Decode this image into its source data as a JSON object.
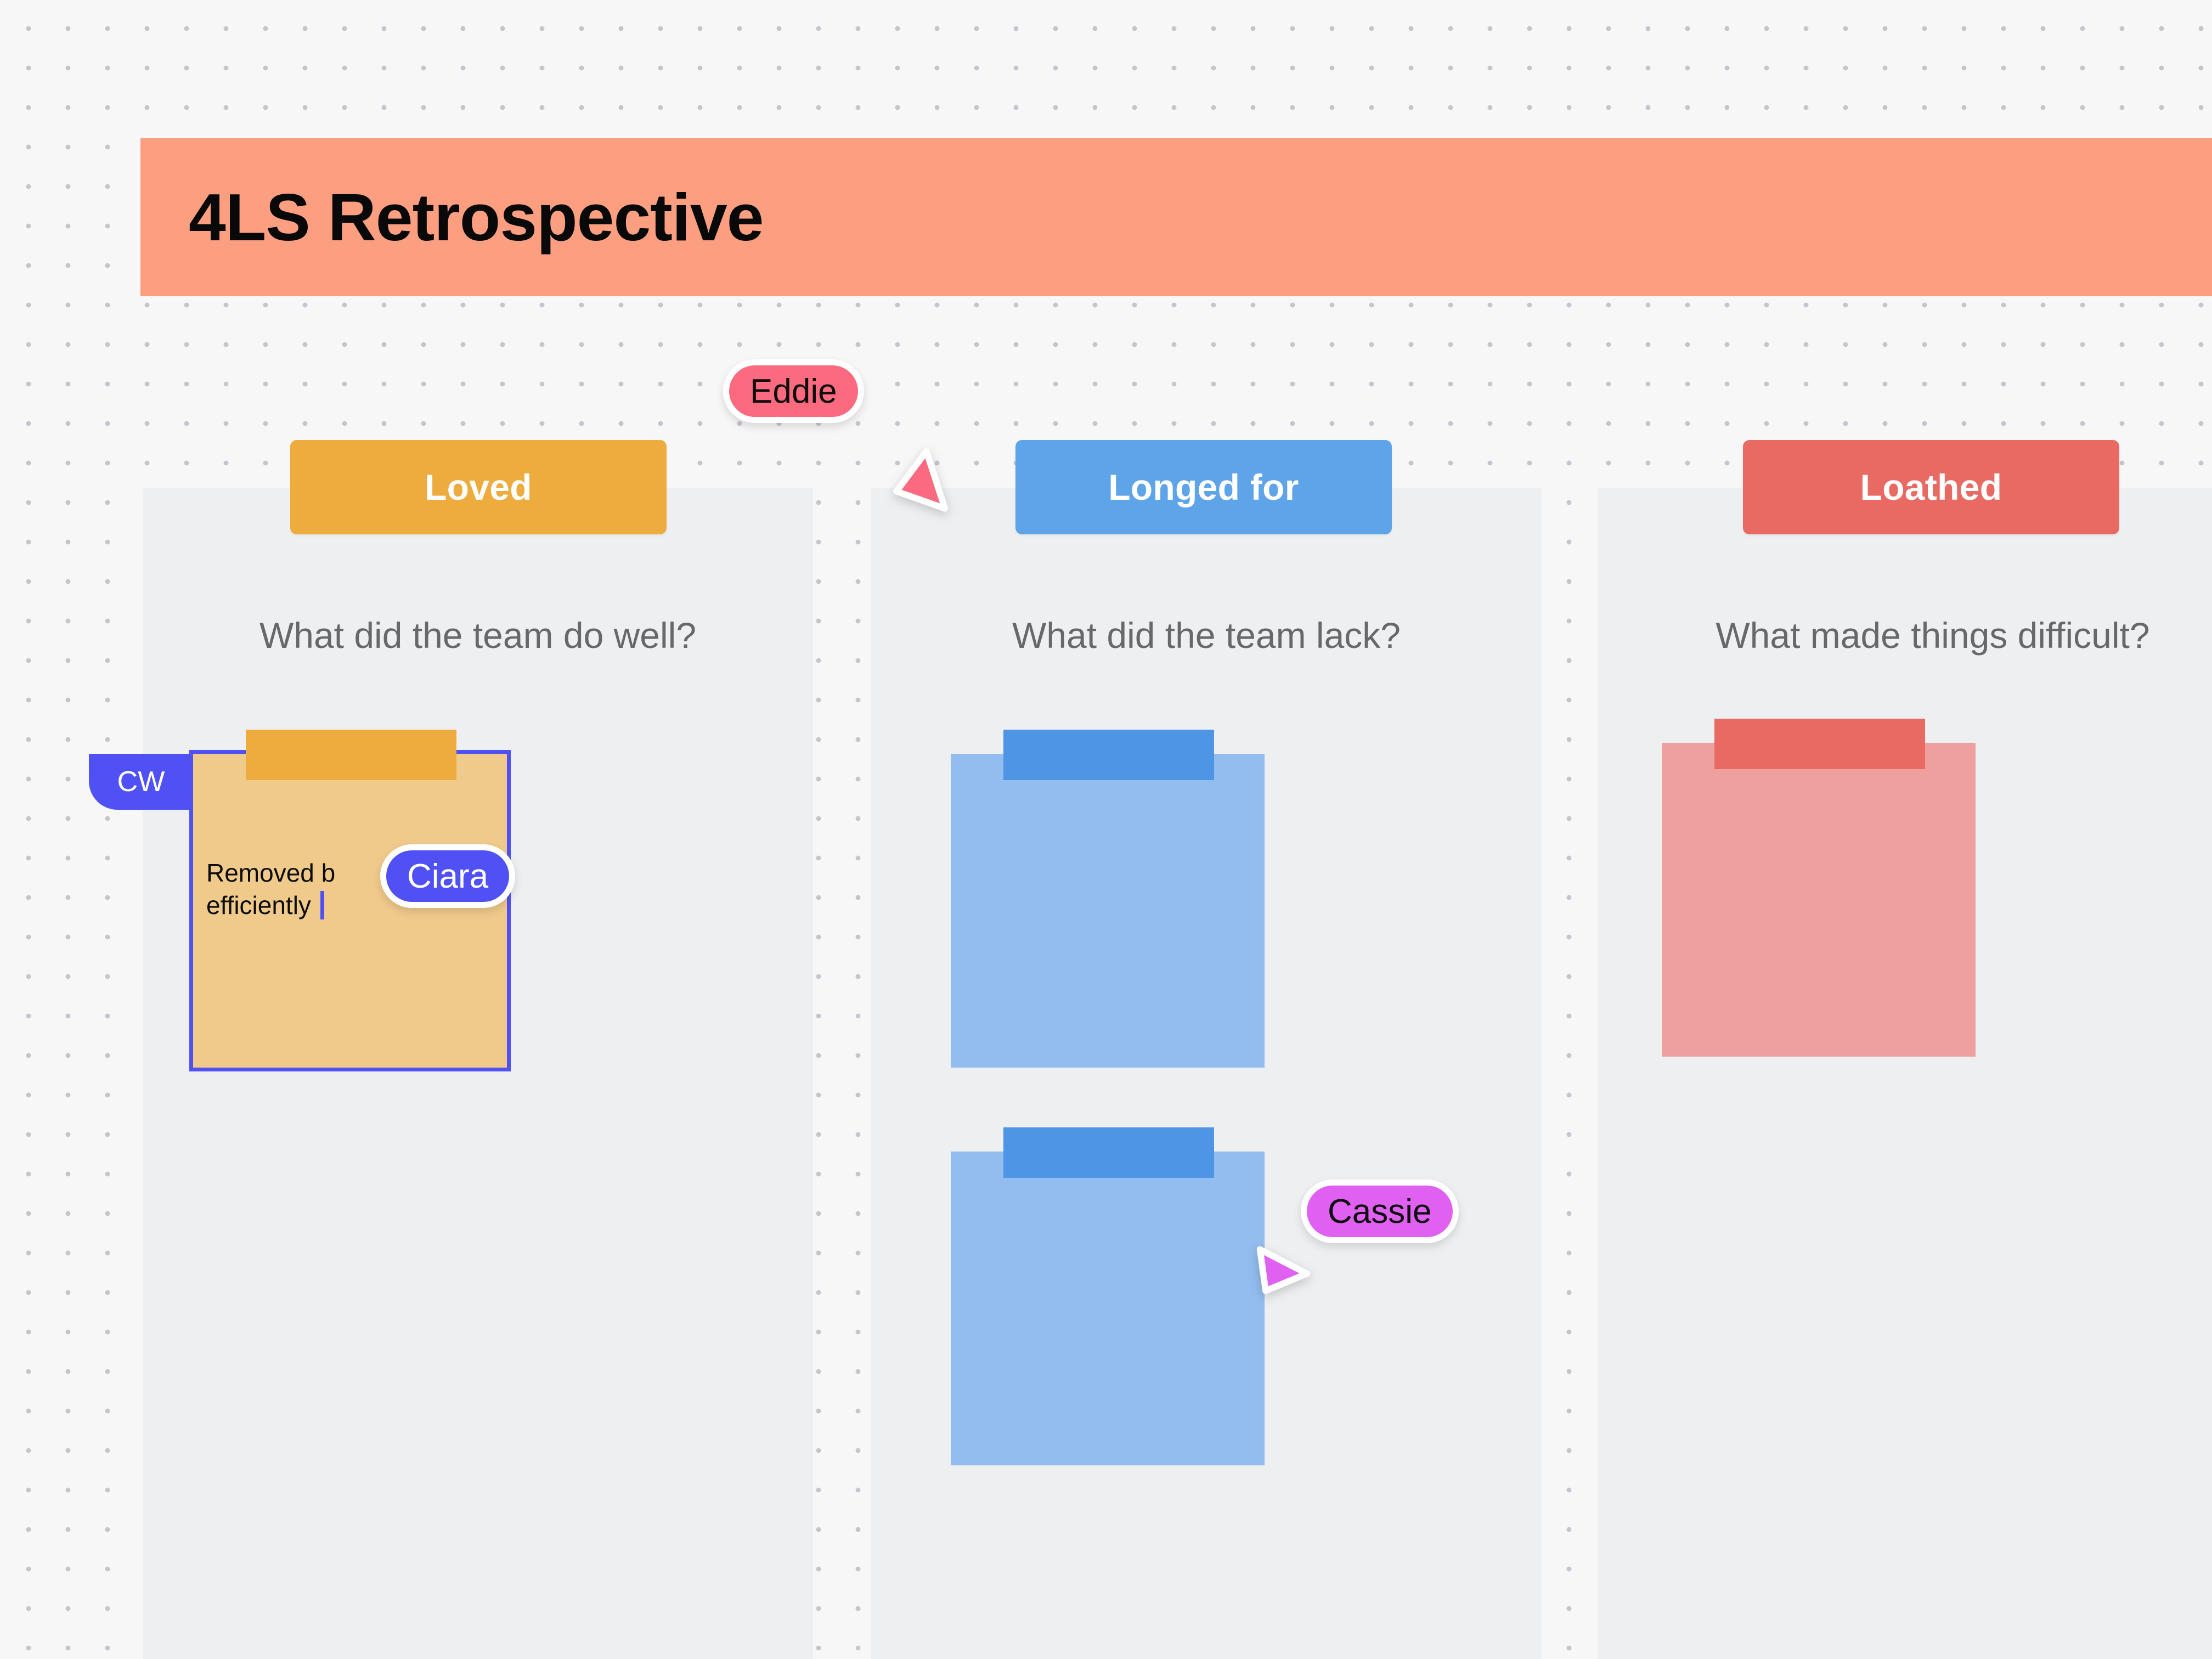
{
  "board": {
    "title": "4LS Retrospective",
    "banner_color": "#fb9f80",
    "background_color": "#f7f7f8",
    "dot_color": "#c3c6cc",
    "column_bg_color": "#eeeff1"
  },
  "columns": [
    {
      "id": "loved",
      "header_label": "Loved",
      "header_color": "#eeab3e",
      "prompt": "What did the team do well?",
      "notes": [
        {
          "text": "Removed b",
          "text_line2": "efficiently ",
          "tape_color": "#eeab3e",
          "body_color": "#f0ca8b",
          "selected": true,
          "selection_color": "#4f51f5",
          "avatar_initials": "CW",
          "avatar_color": "#4f51f5",
          "caret_color": "#4f51f5"
        }
      ]
    },
    {
      "id": "longed-for",
      "header_label": "Longed for",
      "header_color": "#5ea4e8",
      "prompt": "What did the team lack?",
      "notes": [
        {
          "text": "",
          "tape_color": "#4e96e5",
          "body_color": "#93bdee",
          "selected": false
        },
        {
          "text": "",
          "tape_color": "#4e96e5",
          "body_color": "#93bdee",
          "selected": false
        }
      ]
    },
    {
      "id": "loathed",
      "header_label": "Loathed",
      "header_color": "#e96a62",
      "prompt": "What made things difficult?",
      "notes": [
        {
          "text": "",
          "tape_color": "#e96a62",
          "body_color": "#eda09d",
          "selected": false
        }
      ]
    }
  ],
  "cursors": [
    {
      "name": "Eddie",
      "pill_color": "#fb6a7e",
      "text_color": "#0d0d0d",
      "arrow_color": "#fb6a7e"
    },
    {
      "name": "Ciara",
      "pill_color": "#4f51f5",
      "text_color": "#ffffff",
      "arrow_color": "#4f51f5"
    },
    {
      "name": "Cassie",
      "pill_color": "#e060f2",
      "text_color": "#0d0d0d",
      "arrow_color": "#e060f2"
    }
  ]
}
